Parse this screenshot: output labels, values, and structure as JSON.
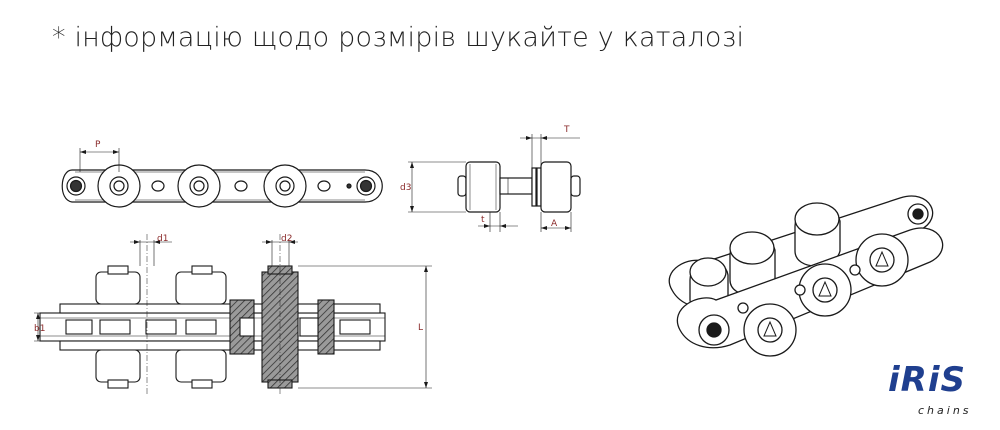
{
  "note": "* інформацію щодо розмірів шукайте у каталозі",
  "dimensions": {
    "pitch": "P",
    "roller_diameter": "d3",
    "plate_thickness": "T",
    "link_thickness": "t",
    "offset": "A",
    "pin_diameter": "d1",
    "bush_diameter": "d2",
    "inner_width": "b1",
    "length": "L"
  },
  "logo": {
    "brand": "iRiS",
    "tagline": "chains",
    "color": "#1f3f8f"
  },
  "colors": {
    "line": "#1a1a1a",
    "dimension": "#8a2a2a",
    "hatch_fill": "#7a7a7a"
  }
}
